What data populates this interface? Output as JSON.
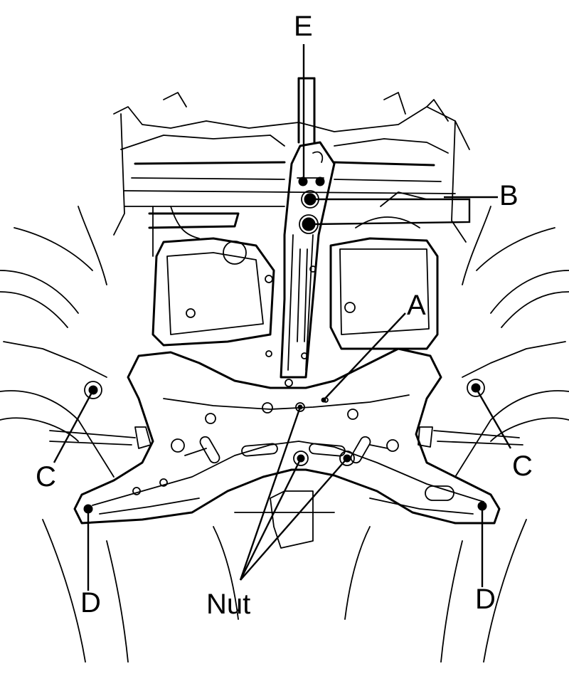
{
  "labels": {
    "E": "E",
    "B": "B",
    "A": "A",
    "C_left": "C",
    "C_right": "C",
    "D_left": "D",
    "D_right": "D",
    "nut": "Nut"
  }
}
